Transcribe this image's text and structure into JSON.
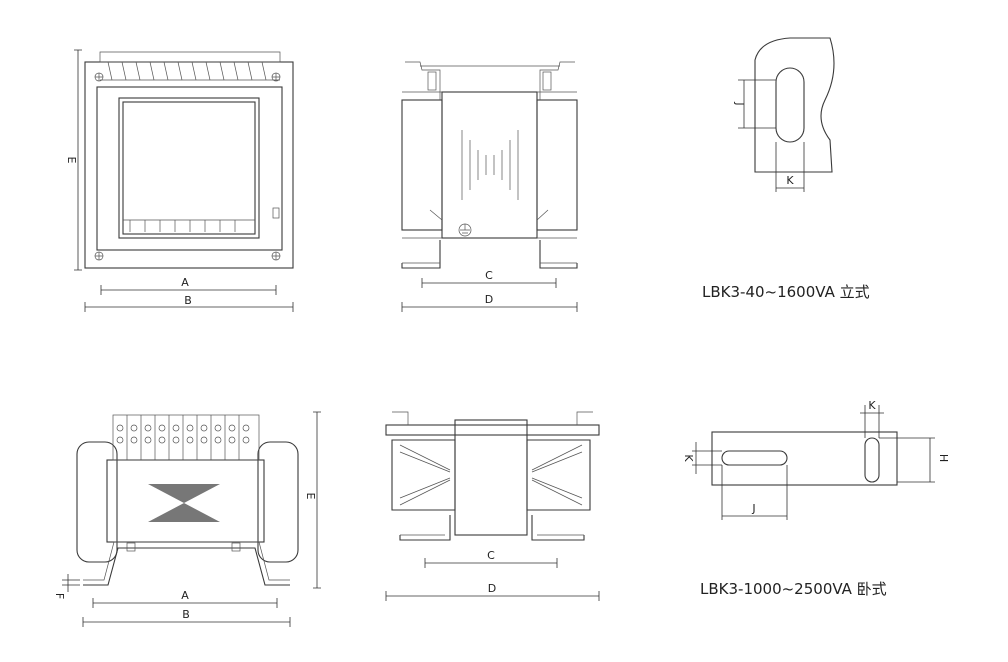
{
  "labels": {
    "A": "A",
    "B": "B",
    "C": "C",
    "D": "D",
    "E": "E",
    "F": "F",
    "H": "H",
    "J": "J",
    "K": "K"
  },
  "captions": {
    "vertical": "LBK3-40~1600VA 立式",
    "horizontal": "LBK3-1000~2500VA 卧式"
  }
}
